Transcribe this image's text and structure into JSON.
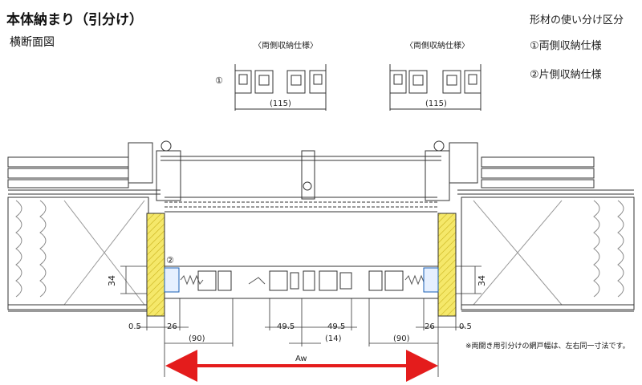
{
  "header": {
    "title": "本体納まり（引分け）",
    "subtitle": "横断面図"
  },
  "legend": {
    "heading": "形材の使い分け区分",
    "item1": "①両側収納仕様",
    "item2": "②片側収納仕様"
  },
  "detail": {
    "marker": "①",
    "left_caption": "〈両側収納仕様〉",
    "right_caption": "〈両側収納仕様〉",
    "left_dim": "(115)",
    "right_dim": "(115)"
  },
  "section": {
    "marker2": "②",
    "dim_34_left": "34",
    "dim_34_right": "34",
    "dim_05_left": "0.5",
    "dim_05_right": "0.5",
    "dim_26_left": "26",
    "dim_26_right": "26",
    "dim_495_left": "49.5",
    "dim_495_right": "49.5",
    "dim_90_left": "(90)",
    "dim_90_right": "(90)",
    "dim_14": "(14)",
    "aw_label": "Aw",
    "arrow_color": "#e41c1c",
    "hatch_color": "#f2e14a"
  },
  "note": "※両開き用引分けの網戸幅は、左右同一寸法です。"
}
